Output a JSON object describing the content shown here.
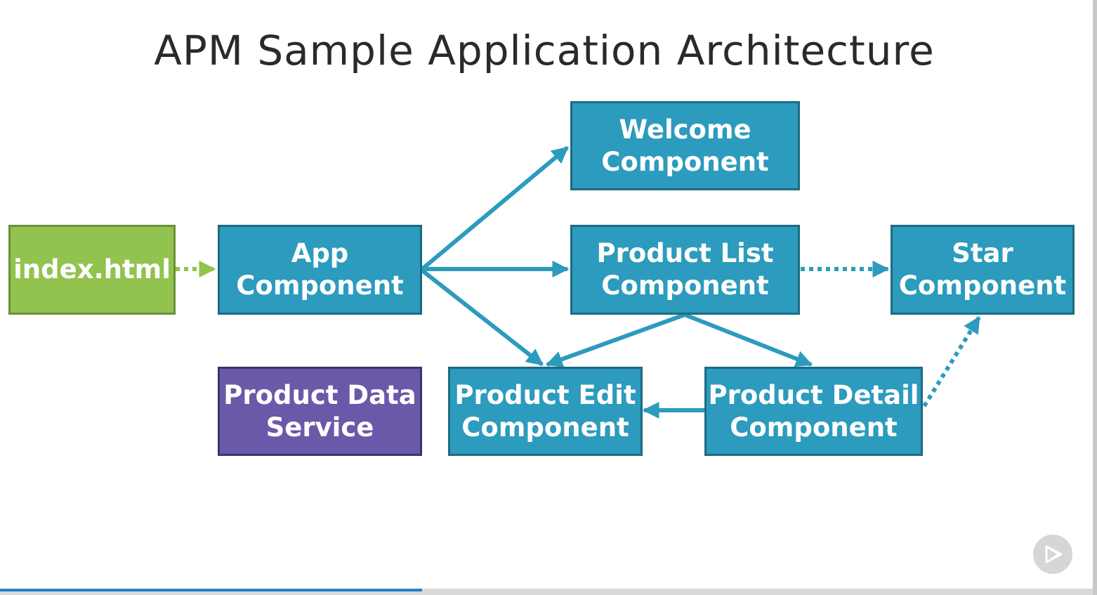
{
  "slide": {
    "title": "APM Sample Application Architecture"
  },
  "nodes": {
    "index": {
      "label": "index.html",
      "color": "#92c34e"
    },
    "app": {
      "label": "App\nComponent",
      "color": "#2c9bbd"
    },
    "welcome": {
      "label": "Welcome\nComponent",
      "color": "#2c9bbd"
    },
    "product_list": {
      "label": "Product List\nComponent",
      "color": "#2c9bbd"
    },
    "star": {
      "label": "Star\nComponent",
      "color": "#2c9bbd"
    },
    "product_data_service": {
      "label": "Product Data\nService",
      "color": "#6a58a8"
    },
    "product_edit": {
      "label": "Product Edit\nComponent",
      "color": "#2c9bbd"
    },
    "product_detail": {
      "label": "Product Detail\nComponent",
      "color": "#2c9bbd"
    }
  },
  "edges": [
    {
      "from": "index.html",
      "to": "App Component",
      "style": "dotted",
      "color": "#92c34e"
    },
    {
      "from": "App Component",
      "to": "Welcome Component",
      "style": "solid",
      "color": "#2c9bbd"
    },
    {
      "from": "App Component",
      "to": "Product List Component",
      "style": "solid",
      "color": "#2c9bbd"
    },
    {
      "from": "App Component",
      "to": "Product Edit Component",
      "style": "solid",
      "color": "#2c9bbd"
    },
    {
      "from": "Product List Component",
      "to": "Star Component",
      "style": "dotted",
      "color": "#2c9bbd"
    },
    {
      "from": "Product List Component",
      "to": "Product Edit Component",
      "style": "solid",
      "color": "#2c9bbd"
    },
    {
      "from": "Product List Component",
      "to": "Product Detail Component",
      "style": "solid",
      "color": "#2c9bbd"
    },
    {
      "from": "Product Detail Component",
      "to": "Product Edit Component",
      "style": "solid",
      "color": "#2c9bbd"
    },
    {
      "from": "Product Detail Component",
      "to": "Star Component",
      "style": "dotted",
      "color": "#2c9bbd"
    }
  ],
  "player": {
    "progress": 0.386,
    "play_icon": "play-icon"
  }
}
